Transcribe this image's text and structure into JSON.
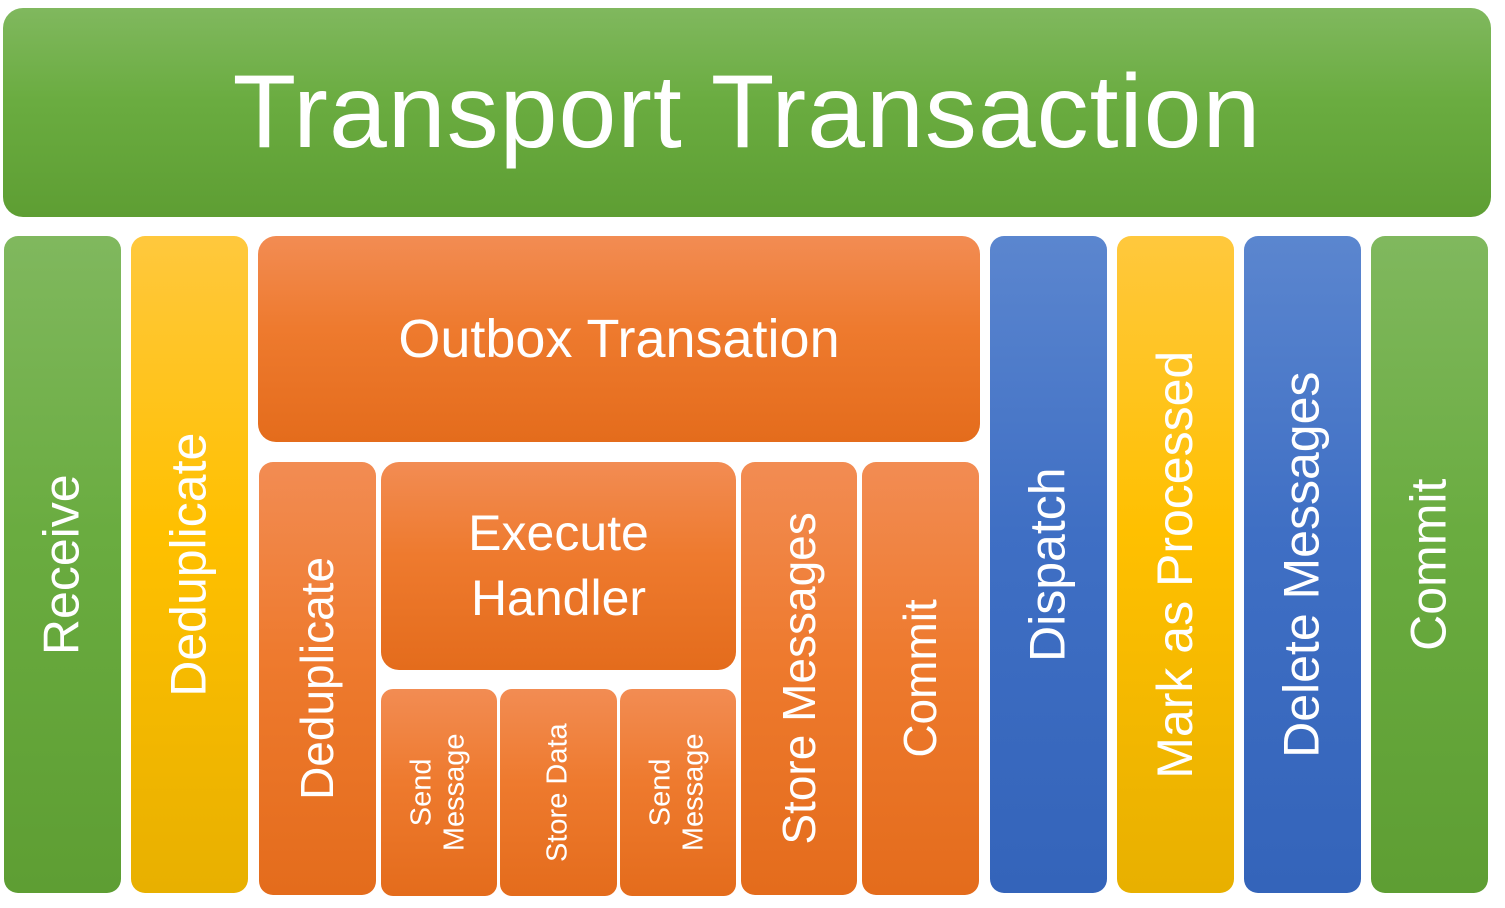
{
  "title": "Transport Transaction",
  "left_steps": {
    "receive": "Receive",
    "deduplicate": "Deduplicate"
  },
  "outbox": {
    "title": "Outbox Transation",
    "deduplicate": "Deduplicate",
    "execute_handler": {
      "line1": "Execute",
      "line2": "Handler"
    },
    "sub_steps": {
      "send_message_1": {
        "line1": "Send",
        "line2": "Message"
      },
      "store_data": "Store Data",
      "send_message_2": {
        "line1": "Send",
        "line2": "Message"
      }
    },
    "store_messages": "Store Messages",
    "commit": "Commit"
  },
  "right_steps": {
    "dispatch": "Dispatch",
    "mark_as_processed": "Mark as Processed",
    "delete_messages": "Delete Messages",
    "commit": "Commit"
  },
  "colors": {
    "green": "#6aac40",
    "yellow": "#ffc000",
    "orange": "#ee7a2e",
    "blue": "#3f6fc4"
  }
}
